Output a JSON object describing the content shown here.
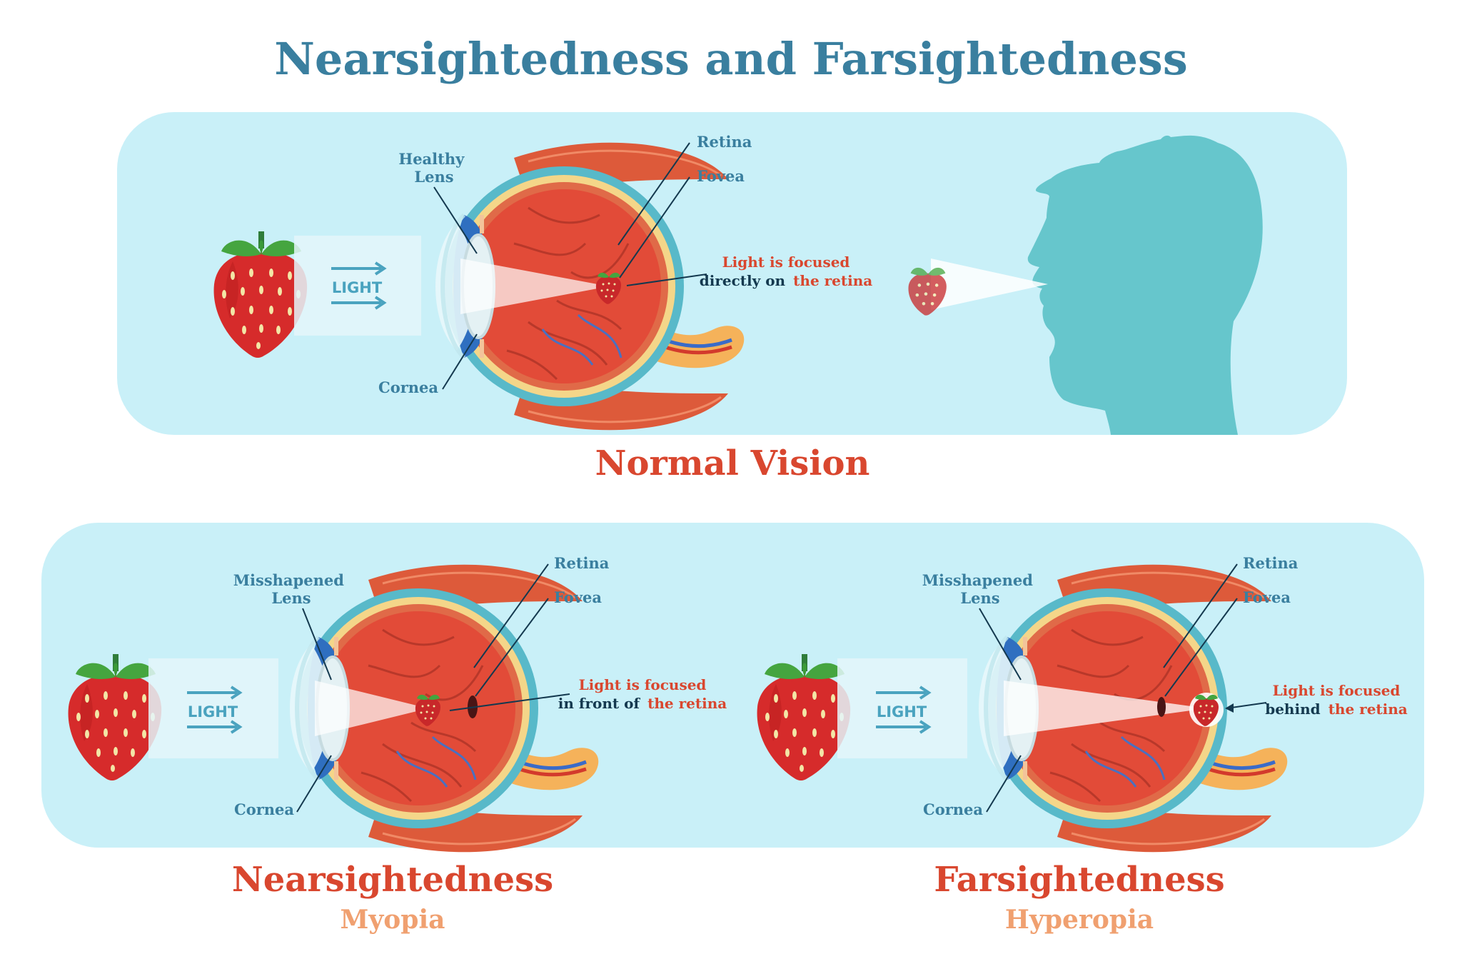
{
  "title": "Nearsightedness and Farsightedness",
  "panels": {
    "normal": {
      "heading": "Normal Vision",
      "labels": {
        "lens_line1": "Healthy",
        "lens_line2": "Lens",
        "cornea": "Cornea",
        "retina": "Retina",
        "fovea": "Fovea",
        "light": "LIGHT"
      },
      "note": {
        "line1": "Light is focused",
        "line2_dark": "directly on",
        "line2_red": "the retina"
      }
    },
    "myopia": {
      "heading": "Nearsightedness",
      "subheading": "Myopia",
      "labels": {
        "lens_line1": "Misshapened",
        "lens_line2": "Lens",
        "cornea": "Cornea",
        "retina": "Retina",
        "fovea": "Fovea",
        "light": "LIGHT"
      },
      "note": {
        "line1": "Light is focused",
        "line2_dark": "in front of",
        "line2_red": "the retina"
      }
    },
    "hyperopia": {
      "heading": "Farsightedness",
      "subheading": "Hyperopia",
      "labels": {
        "lens_line1": "Misshapened",
        "lens_line2": "Lens",
        "cornea": "Cornea",
        "retina": "Retina",
        "fovea": "Fovea",
        "light": "LIGHT"
      },
      "note": {
        "line1": "Light is focused",
        "line2_dark": "behind",
        "line2_red": "the retina"
      }
    }
  },
  "colors": {
    "title": "#3a7f9f",
    "heading": "#d9472f",
    "subheading": "#f0a070",
    "panel_bg": "#c9f0f8",
    "silhouette": "#66c6cc",
    "label": "#3a7f9f"
  }
}
